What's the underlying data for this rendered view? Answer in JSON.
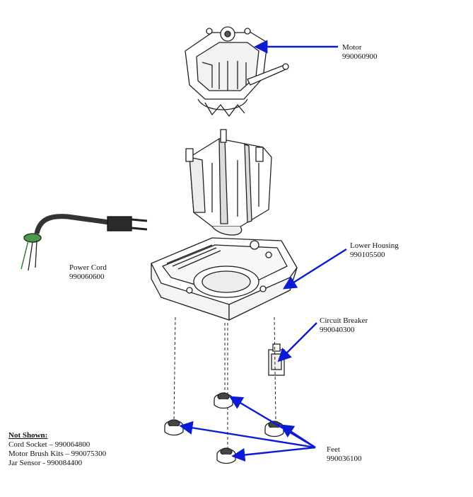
{
  "callouts": {
    "motor": {
      "name": "Motor",
      "part": "990060900"
    },
    "power_cord": {
      "name": "Power Cord",
      "part": "990060600"
    },
    "lower_housing": {
      "name": "Lower Housing",
      "part": "990105500"
    },
    "circuit_breaker": {
      "name": "Circuit Breaker",
      "part": "990040300"
    },
    "feet": {
      "name": "Feet",
      "part": "990036100"
    }
  },
  "not_shown": {
    "title": "Not Shown:",
    "items": [
      "Cord Socket – 990064800",
      "Motor Brush Kits  – 990075300",
      "Jar Sensor - 990084400"
    ]
  },
  "colors": {
    "leader": "#0a1ad6",
    "line_art": "#222222"
  }
}
